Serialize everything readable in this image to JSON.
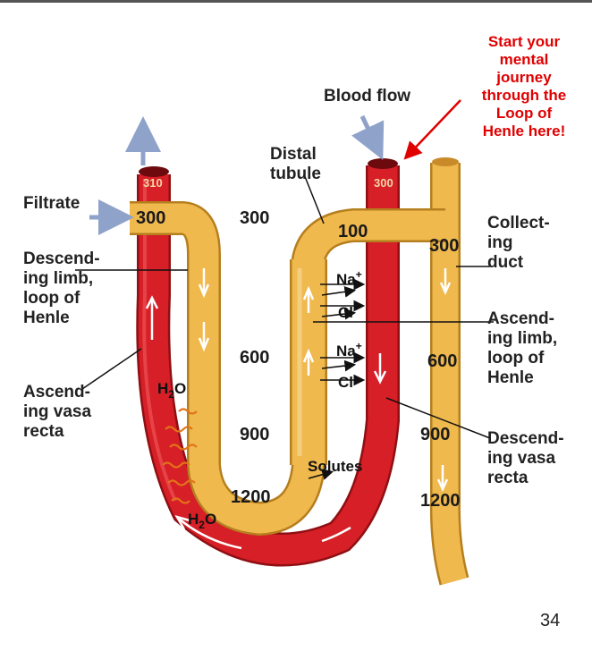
{
  "labels": {
    "filtrate": "Filtrate",
    "descending_limb": [
      "Descend-",
      "ing limb,",
      "loop of",
      "Henle"
    ],
    "ascending_vasa": [
      "Ascend-",
      "ing vasa",
      "recta"
    ],
    "blood_flow": "Blood flow",
    "distal_tubule": [
      "Distal",
      "tubule"
    ],
    "collecting_duct": [
      "Collect-",
      "ing",
      "duct"
    ],
    "ascending_limb": [
      "Ascend-",
      "ing limb,",
      "loop of",
      "Henle"
    ],
    "descending_vasa": [
      "Descend-",
      "ing vasa",
      "recta"
    ]
  },
  "note": [
    "Start your",
    "mental",
    "journey",
    "through the",
    "Loop of",
    "Henle here!"
  ],
  "concentrations": {
    "c310": "310",
    "c300_red": "300",
    "c300_filtrate": "300",
    "c300_mid": "300",
    "c100": "100",
    "c300_duct": "300",
    "c600_mid": "600",
    "c600_duct": "600",
    "c900_mid": "900",
    "c900_duct": "900",
    "c1200_mid": "1200",
    "c1200_duct": "1200"
  },
  "ions": {
    "na1_base": "Na",
    "na1_sup": "+",
    "cl1_base": "Cl",
    "cl1_sup": "−",
    "na2_base": "Na",
    "na2_sup": "+",
    "cl2_base": "Cl",
    "cl2_sup": "−",
    "h2o_top_h": "H",
    "h2o_top_2": "2",
    "h2o_top_o": "O",
    "h2o_bot_h": "H",
    "h2o_bot_2": "2",
    "h2o_bot_o": "O",
    "solutes": "Solutes"
  },
  "page_number": "34",
  "colors": {
    "tubule": "#f0b94e",
    "tubule_outline": "#b57e1e",
    "vessel": "#d61f26",
    "vessel_outline": "#8f0f13",
    "note": "#e00000",
    "water_wave": "#e2741a"
  }
}
